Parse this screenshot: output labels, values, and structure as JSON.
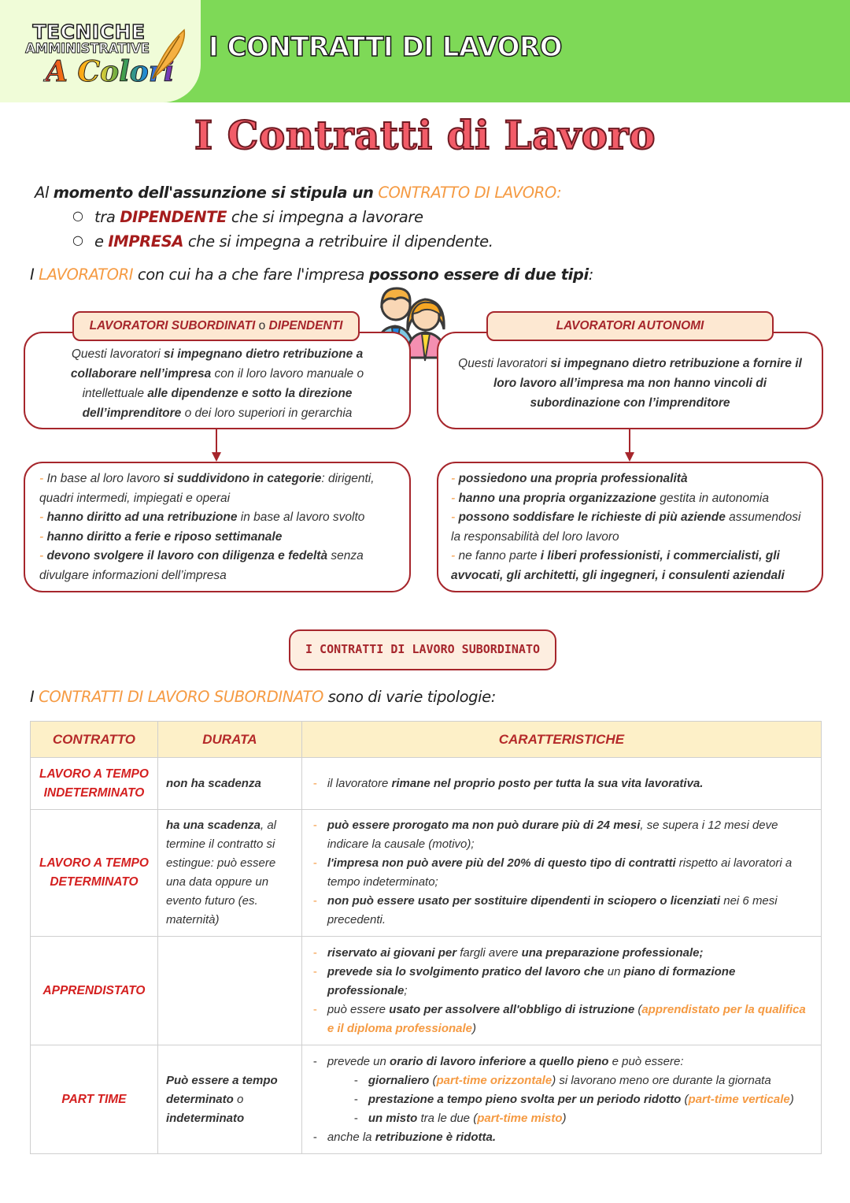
{
  "header": {
    "logo_line1": "TECNICHE",
    "logo_line2": "AMMINISTRATIVE",
    "logo_line3": "A Colori",
    "title": "I CONTRATTI DI LAVORO"
  },
  "main_title": "I Contratti di Lavoro",
  "intro": {
    "l1_a": "Al ",
    "l1_b": "momento dell'assunzione si stipula un",
    "l1_c": " CONTRATTO DI LAVORO:",
    "b1_a": "tra ",
    "b1_b": "DIPENDENTE",
    "b1_c": " che si impegna a lavorare",
    "b2_a": "e ",
    "b2_b": "IMPRESA",
    "b2_c": " che si impegna a retribuire il dipendente.",
    "l2_a": "I ",
    "l2_b": "LAVORATORI",
    "l2_c": " con cui ha a che fare l'impresa ",
    "l2_d": "possono essere di due tipi",
    "l2_e": ":"
  },
  "left": {
    "tag_a": "LAVORATORI  SUBORDINATI ",
    "tag_b": "o",
    "tag_c": " DIPENDENTI",
    "desc": [
      {
        "t": "Questi lavoratori ",
        "b": false
      },
      {
        "t": "si impegnano dietro retribuzione a collaborare nell’impresa",
        "b": true
      },
      {
        "t": " con il loro lavoro manuale o intellettuale ",
        "b": false
      },
      {
        "t": "alle dipendenze e sotto la direzione dell’imprenditore",
        "b": true
      },
      {
        "t": " o dei loro superiori in gerarchia",
        "b": false
      }
    ],
    "details": [
      {
        "a": "In base al loro lavoro ",
        "b": "si suddividono in categorie",
        "c": ": dirigenti, quadri intermedi, impiegati e operai"
      },
      {
        "a": "",
        "b": "hanno diritto ad una retribuzione",
        "c": " in base al lavoro svolto"
      },
      {
        "a": "",
        "b": "hanno diritto a ferie e riposo settimanale",
        "c": ""
      },
      {
        "a": "",
        "b": "devono svolgere il lavoro con diligenza e fedeltà",
        "c": " senza divulgare informazioni dell’impresa"
      }
    ]
  },
  "right": {
    "tag": "LAVORATORI  AUTONOMI",
    "desc": [
      {
        "t": "Questi lavoratori ",
        "b": false
      },
      {
        "t": "si impegnano dietro retribuzione a fornire il loro lavoro all’impresa ma non hanno vincoli di subordinazione con l’imprenditore",
        "b": true
      }
    ],
    "details": [
      {
        "a": "",
        "b": "possiedono una propria professionalità",
        "c": ""
      },
      {
        "a": "",
        "b": "hanno una propria organizzazione",
        "c": " gestita in autonomia"
      },
      {
        "a": "",
        "b": "possono soddisfare le richieste di più aziende",
        "c": " assumendosi la responsabilità del loro lavoro"
      },
      {
        "a": "ne fanno parte ",
        "b": "i liberi professionisti, i commercialisti, gli avvocati, gli architetti, gli ingegneri, i consulenti aziendali",
        "c": ""
      }
    ]
  },
  "section_tag": "I CONTRATTI DI LAVORO SUBORDINATO",
  "sub_intro": {
    "a": "I ",
    "b": "CONTRATTI DI LAVORO SUBORDINATO",
    "c": " sono di varie tipologie:"
  },
  "table": {
    "headers": [
      "CONTRATTO",
      "DURATA",
      "CARATTERISTICHE"
    ],
    "rows": [
      {
        "contract": "LAVORO A TEMPO INDETERMINATO",
        "duration": [
          {
            "t": "non ha scadenza",
            "b": true
          }
        ],
        "features": [
          [
            {
              "t": "il lavoratore ",
              "b": false
            },
            {
              "t": "rimane nel proprio posto per tutta la sua vita lavorativa.",
              "b": true
            }
          ]
        ]
      },
      {
        "contract": "LAVORO A TEMPO DETERMINATO",
        "duration": [
          {
            "t": "ha una scadenza",
            "b": true
          },
          {
            "t": ", al termine il contratto si estingue: può essere una data oppure un evento futuro (es. maternità)",
            "b": false
          }
        ],
        "features": [
          [
            {
              "t": "può essere prorogato ma non può durare più di 24 mesi",
              "b": true
            },
            {
              "t": ", se supera i 12 mesi deve indicare la causale (motivo);",
              "b": false
            }
          ],
          [
            {
              "t": "l'impresa non può avere più del 20% di questo tipo di contratti",
              "b": true
            },
            {
              "t": " rispetto ai lavoratori a tempo indeterminato;",
              "b": false
            }
          ],
          [
            {
              "t": "non può essere usato per sostituire dipendenti in sciopero o licenziati",
              "b": true
            },
            {
              "t": " nei 6 mesi precedenti.",
              "b": false
            }
          ]
        ]
      },
      {
        "contract": "APPRENDISTATO",
        "duration": [],
        "features": [
          [
            {
              "t": "riservato ai giovani per",
              "b": true
            },
            {
              "t": " fargli avere ",
              "b": false
            },
            {
              "t": "una preparazione professionale;",
              "b": true
            }
          ],
          [
            {
              "t": "prevede sia lo svolgimento pratico del lavoro che",
              "b": true
            },
            {
              "t": " un ",
              "b": false
            },
            {
              "t": "piano di formazione professionale",
              "b": true
            },
            {
              "t": ";",
              "b": false
            }
          ],
          [
            {
              "t": "può essere ",
              "b": false
            },
            {
              "t": "usato per assolvere all'obbligo di istruzione",
              "b": true
            },
            {
              "t": " (",
              "b": false
            },
            {
              "t": "apprendistato per la qualifica e il diploma professionale",
              "b": true,
              "o": true
            },
            {
              "t": ")",
              "b": false
            }
          ]
        ]
      },
      {
        "contract": "PART TIME",
        "duration": [
          {
            "t": "Può essere a tempo determinato",
            "b": true
          },
          {
            "t": " o ",
            "b": false
          },
          {
            "t": "indeterminato",
            "b": true
          }
        ],
        "features_top": [
          {
            "t": "prevede un ",
            "b": false
          },
          {
            "t": "orario di lavoro inferiore a quello pieno",
            "b": true
          },
          {
            "t": " e può essere:",
            "b": false
          }
        ],
        "features_sub": [
          [
            {
              "t": "giornaliero",
              "b": true
            },
            {
              "t": " (",
              "b": false
            },
            {
              "t": "part-time orizzontale",
              "b": true,
              "o": true
            },
            {
              "t": ") si lavorano meno ore durante la giornata",
              "b": false
            }
          ],
          [
            {
              "t": "prestazione a tempo pieno svolta per un periodo ridotto",
              "b": true
            },
            {
              "t": " (",
              "b": false
            },
            {
              "t": "part-time verticale",
              "b": true,
              "o": true
            },
            {
              "t": ")",
              "b": false
            }
          ],
          [
            {
              "t": "un misto",
              "b": true
            },
            {
              "t": " tra le due (",
              "b": false
            },
            {
              "t": "part-time misto",
              "b": true,
              "o": true
            },
            {
              "t": ")",
              "b": false
            }
          ]
        ],
        "features_bottom": [
          {
            "t": "anche la ",
            "b": false
          },
          {
            "t": "retribuzione è ridotta.",
            "b": true
          }
        ]
      }
    ]
  },
  "colors": {
    "header_green": "#7ed957",
    "accent_orange": "#f59a42",
    "dark_red": "#a6262c",
    "title_pink": "#f25c68"
  }
}
